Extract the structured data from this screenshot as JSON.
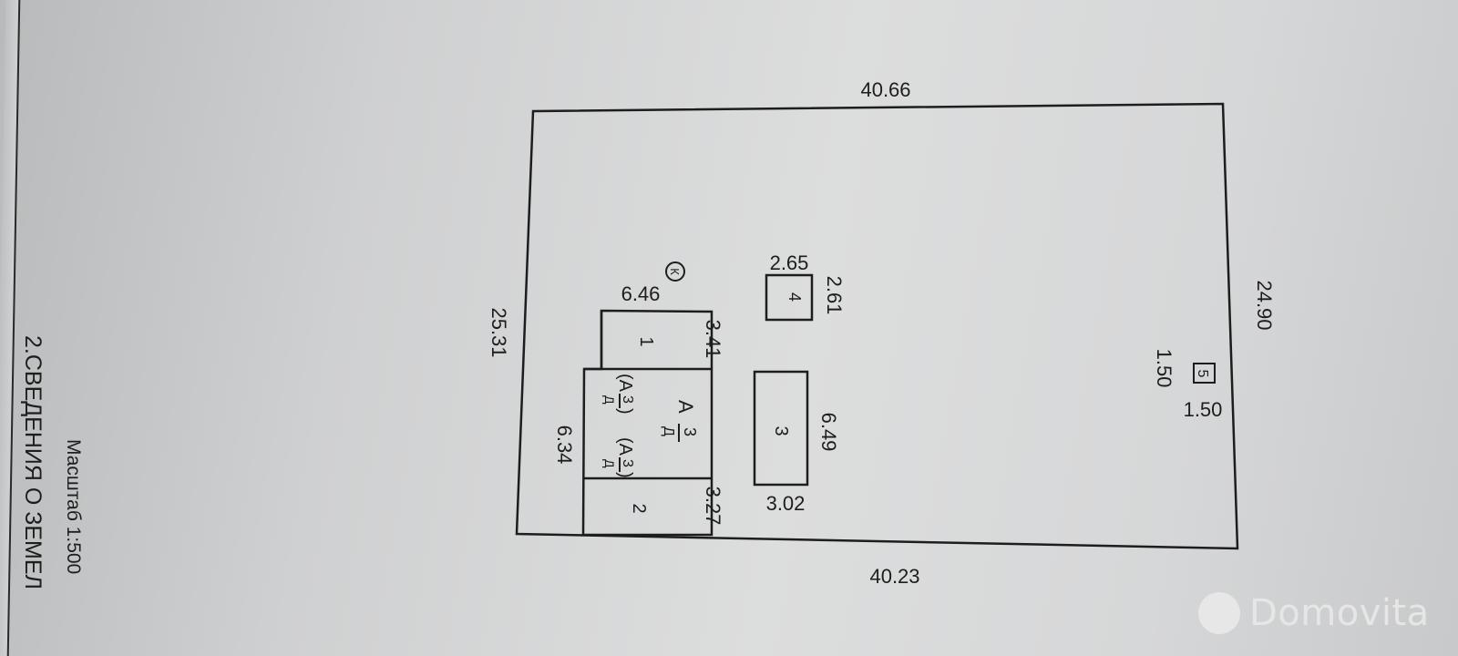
{
  "document": {
    "section_heading": "2.СВЕДЕНИЯ О ЗЕМЕЛ",
    "scale_label": "Масштаб 1:500"
  },
  "plot": {
    "top_length": "40.66",
    "bottom_length": "40.23",
    "left_length": "25.31",
    "right_length": "24.90"
  },
  "buildings": {
    "main_house": {
      "top_width": "6.46",
      "left_length": "6.34",
      "marker": "К",
      "room_1": {
        "label": "1",
        "side": "3.41"
      },
      "room_2": {
        "label": "2",
        "side": "3.27"
      },
      "main_code": {
        "letter": "А",
        "num": "3",
        "den": "Д"
      },
      "ext_code_1": {
        "letter": "(А",
        "num": "3",
        "den": "Д",
        "close": ")"
      },
      "ext_code_2": {
        "letter": "(А",
        "num": "3",
        "den": "Д",
        "close": ")"
      }
    },
    "building_3": {
      "label": "3",
      "length": "6.49",
      "width": "3.02"
    },
    "building_4": {
      "label": "4",
      "width": "2.65",
      "length": "2.61"
    },
    "building_5": {
      "label": "5",
      "width": "1.50",
      "length": "1.50"
    }
  },
  "watermark": {
    "brand": "Domovita"
  },
  "colors": {
    "ink": "#1d1d1d",
    "paper": "#d8d9da",
    "watermark": "#e8e8e8"
  }
}
